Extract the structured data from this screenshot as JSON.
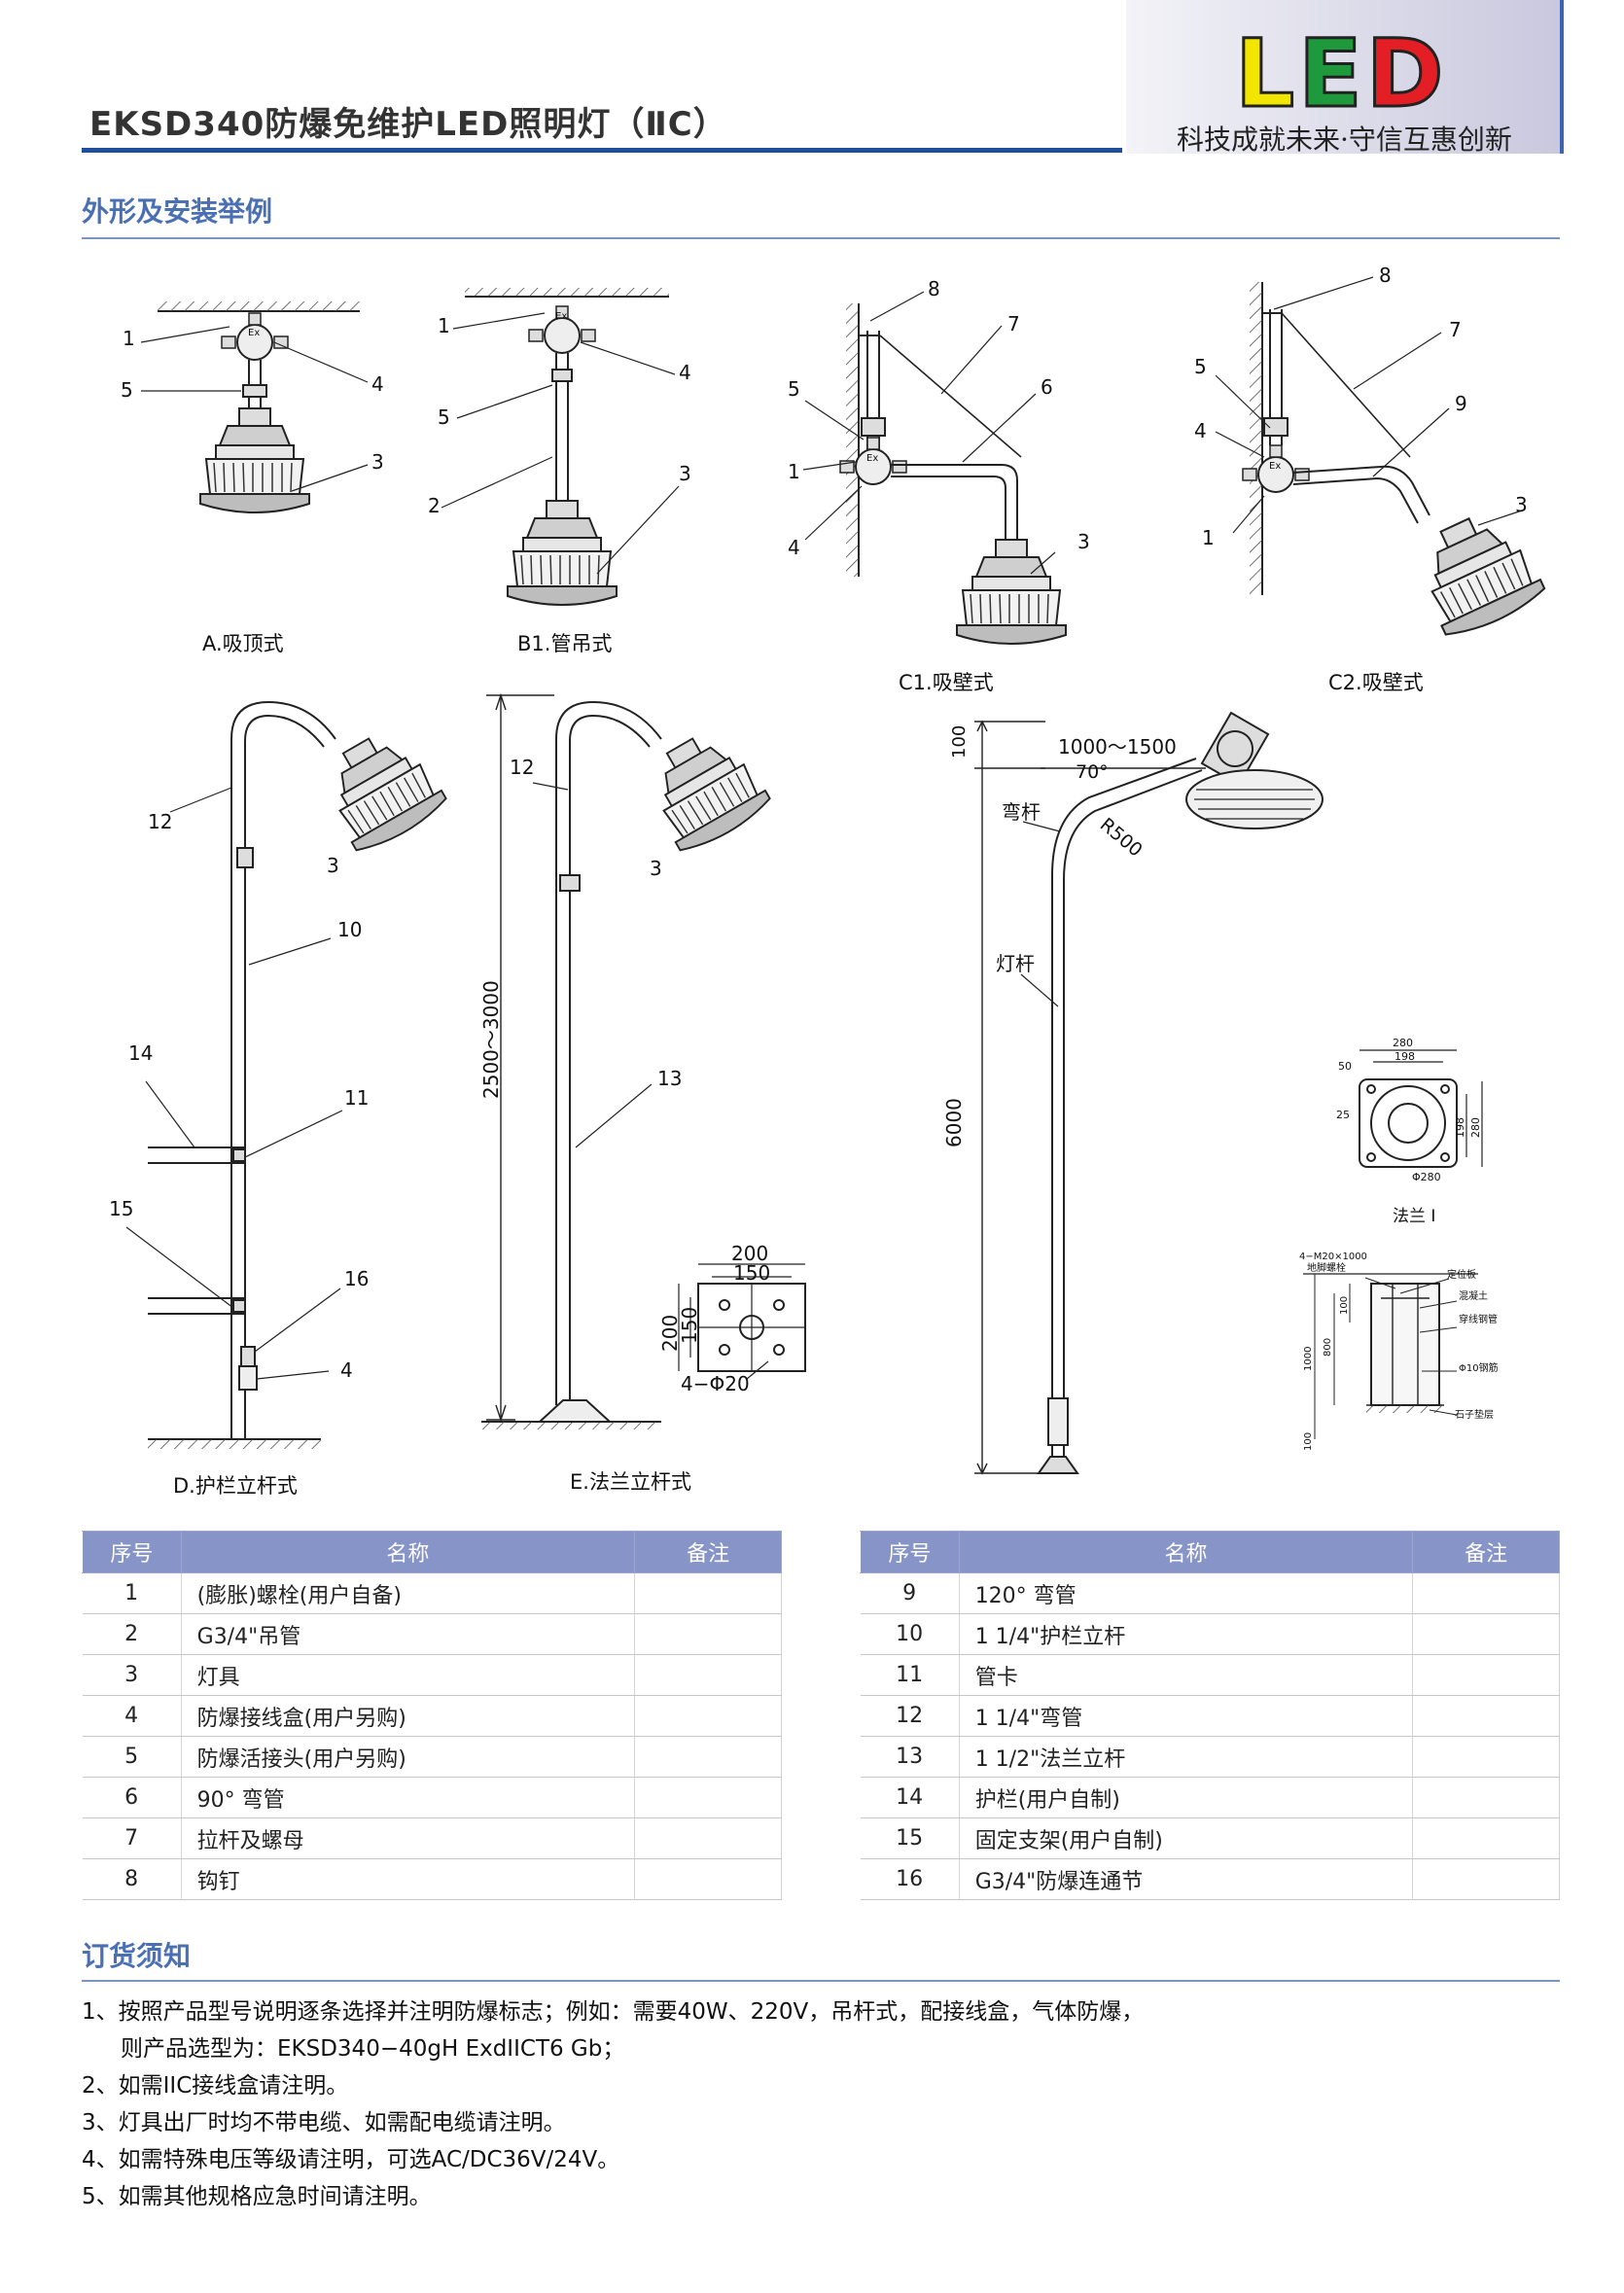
{
  "header": {
    "title": "EKSD340防爆免维护LED照明灯（ⅡC）",
    "logo_letters": [
      "L",
      "E",
      "D"
    ],
    "logo_colors": [
      "#f2e600",
      "#1e9a3c",
      "#e31e24"
    ],
    "slogan": "科技成就未来·守信互惠创新"
  },
  "section_appearance": {
    "title": "外形及安装举例"
  },
  "figures": {
    "a_caption": "A.吸顶式",
    "b1_caption": "B1.管吊式",
    "c1_caption": "C1.吸壁式",
    "c2_caption": "C2.吸壁式",
    "d_caption": "D.护栏立杆式",
    "e_caption": "E.法兰立杆式",
    "flange_caption": "法兰 I",
    "box_mark": "Ex",
    "a_labels": [
      "1",
      "5",
      "4",
      "3"
    ],
    "b1_labels": [
      "1",
      "4",
      "5",
      "3",
      "2"
    ],
    "c1_labels": [
      "8",
      "7",
      "6",
      "5",
      "1",
      "4",
      "3"
    ],
    "c2_labels": [
      "8",
      "7",
      "5",
      "9",
      "4",
      "1",
      "3"
    ],
    "d_labels": [
      "12",
      "3",
      "10",
      "14",
      "11",
      "15",
      "16",
      "4"
    ],
    "e_labels": [
      "12",
      "3",
      "13"
    ],
    "e_height": "2500～3000",
    "e_base_dims": {
      "w_outer": "200",
      "w_inner": "150",
      "h_outer": "200",
      "h_inner": "150",
      "holes": "4−Φ20"
    },
    "pole_dims": {
      "top_offset": "100",
      "arm_length": "1000～1500",
      "angle": "70°",
      "radius": "R500",
      "arm_label": "弯杆",
      "pole_label": "灯杆",
      "height": "6000"
    },
    "flange_dims": {
      "w1": "280",
      "w2": "198",
      "d1": "50",
      "d2": "25",
      "h1": "198",
      "h2": "280",
      "dia": "Φ280"
    },
    "foundation_labels": {
      "bolt": "4−M20×1000",
      "bolt2": "地脚螺栓",
      "plate": "定位板",
      "concrete": "混凝土",
      "conduit": "穿线钢管",
      "rebar": "Φ10钢筋",
      "gravel": "石子垫层",
      "d1": "1000",
      "d2": "800",
      "d3": "100",
      "d4": "100"
    }
  },
  "parts_table": {
    "headers": [
      "序号",
      "名称",
      "备注"
    ],
    "left_rows": [
      [
        "1",
        "(膨胀)螺栓(用户自备)",
        ""
      ],
      [
        "2",
        "G3/4\"吊管",
        ""
      ],
      [
        "3",
        "灯具",
        ""
      ],
      [
        "4",
        "防爆接线盒(用户另购)",
        ""
      ],
      [
        "5",
        "防爆活接头(用户另购)",
        ""
      ],
      [
        "6",
        "90°  弯管",
        ""
      ],
      [
        "7",
        "拉杆及螺母",
        ""
      ],
      [
        "8",
        "钩钉",
        ""
      ]
    ],
    "right_rows": [
      [
        "9",
        "120°  弯管",
        ""
      ],
      [
        "10",
        "1 1/4\"护栏立杆",
        ""
      ],
      [
        "11",
        "管卡",
        ""
      ],
      [
        "12",
        "1 1/4\"弯管",
        ""
      ],
      [
        "13",
        "1 1/2\"法兰立杆",
        ""
      ],
      [
        "14",
        "护栏(用户自制)",
        ""
      ],
      [
        "15",
        "固定支架(用户自制)",
        ""
      ],
      [
        "16",
        "G3/4\"防爆连通节",
        ""
      ]
    ]
  },
  "ordering": {
    "title": "订货须知",
    "notes": [
      "1、按照产品型号说明逐条选择并注明防爆标志；例如：需要40W、220V，吊杆式，配接线盒，气体防爆，",
      "则产品选型为：EKSD340−40gH ExdIICT6 Gb；",
      "2、如需IIC接线盒请注明。",
      "3、灯具出厂时均不带电缆、如需配电缆请注明。",
      "4、如需特殊电压等级请注明，可选AC/DC36V/24V。",
      "5、如需其他规格应急时间请注明。"
    ]
  }
}
